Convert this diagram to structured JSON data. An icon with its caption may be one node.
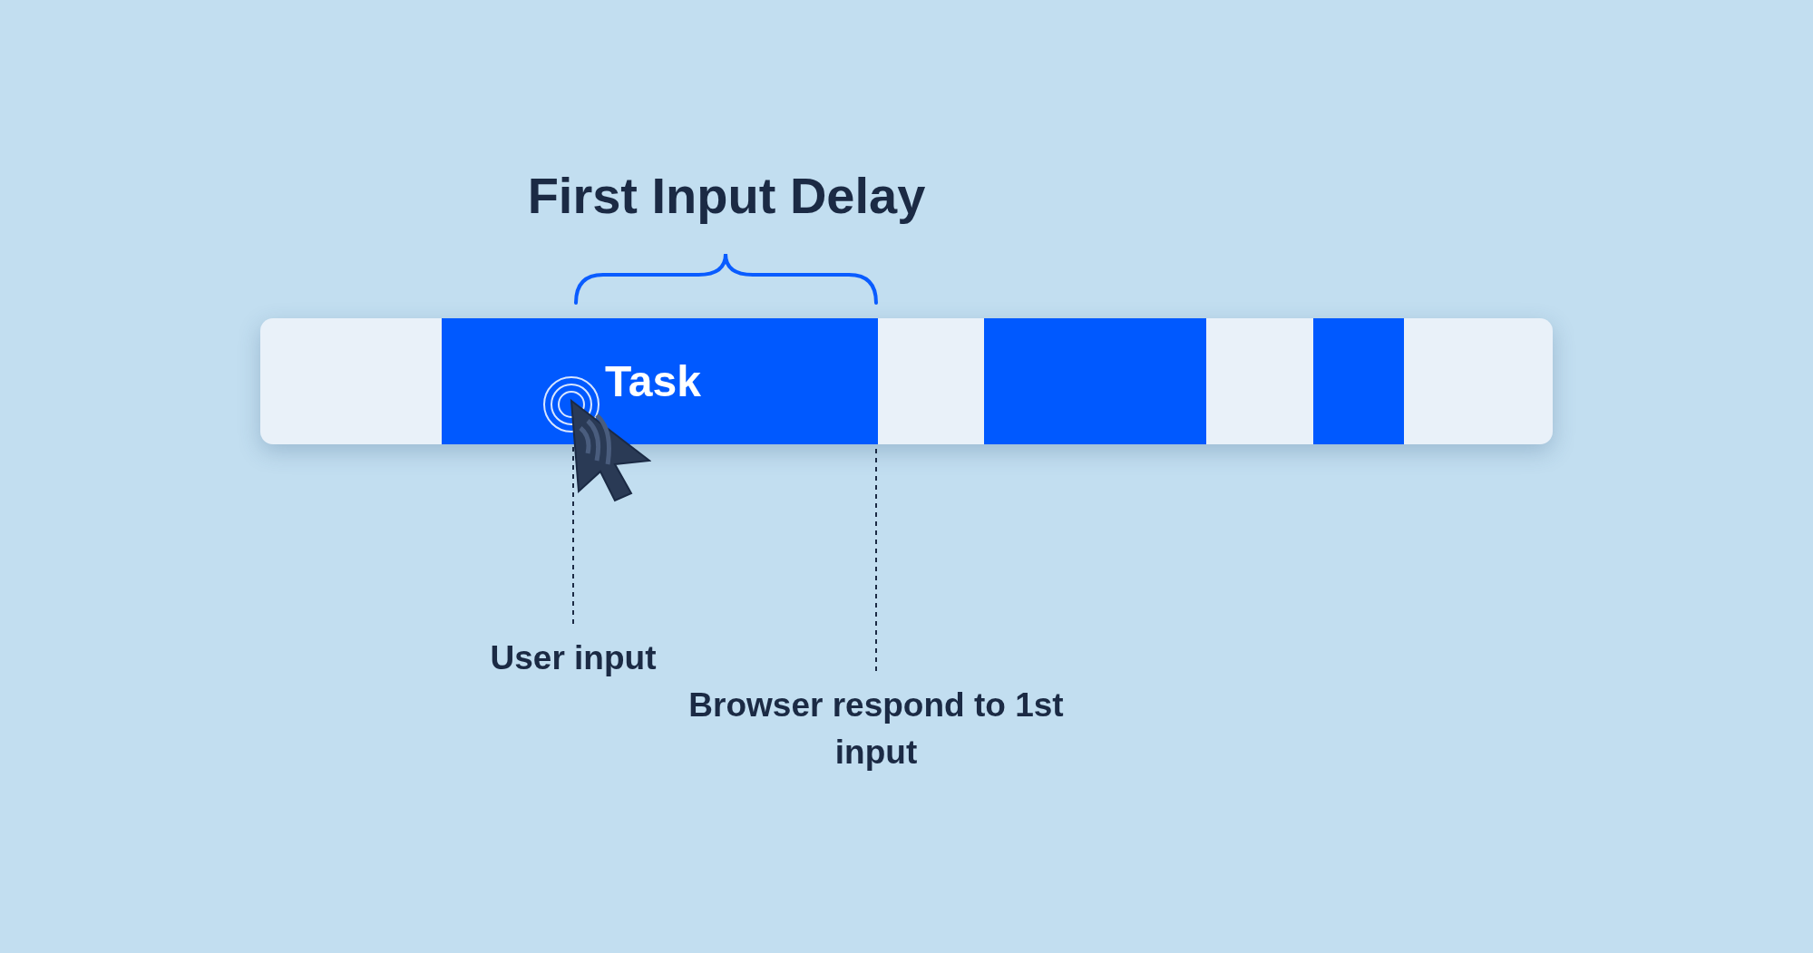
{
  "diagram": {
    "title": "First Input Delay",
    "nodes": [
      {
        "text": [],
        "shape": "bar"
      },
      {
        "text": [
          "Task"
        ],
        "in": 0
      },
      {
        "text": [],
        "shape": "bar",
        "in": 0
      },
      {
        "text": [],
        "shape": "bar",
        "in": 0
      },
      {
        "text": [
          "User input"
        ]
      },
      {
        "text": [
          "Browser respond to 1st input"
        ]
      }
    ],
    "edges": [
      {
        "from": 4,
        "to": 1,
        "arrow": "none",
        "style": "dashed"
      },
      {
        "from": 5,
        "to": 1,
        "arrow": "none",
        "style": "dashed"
      }
    ]
  }
}
